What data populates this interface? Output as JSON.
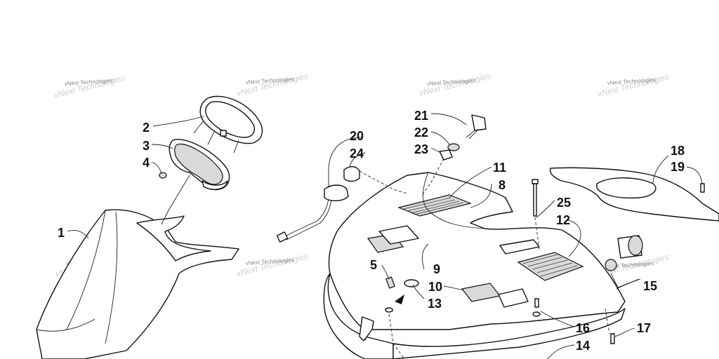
{
  "watermark": {
    "text": "vNext Technologies",
    "color": "#888888"
  },
  "callouts": {
    "c1": "1",
    "c2": "2",
    "c3": "3",
    "c4": "4",
    "c5": "5",
    "c8": "8",
    "c9": "9",
    "c10": "10",
    "c11": "11",
    "c12": "12",
    "c13": "13",
    "c14": "14",
    "c15": "15",
    "c16": "16",
    "c17": "17",
    "c18": "18",
    "c19": "19",
    "c20": "20",
    "c21": "21",
    "c22": "22",
    "c23": "23",
    "c24": "24",
    "c25": "25"
  }
}
